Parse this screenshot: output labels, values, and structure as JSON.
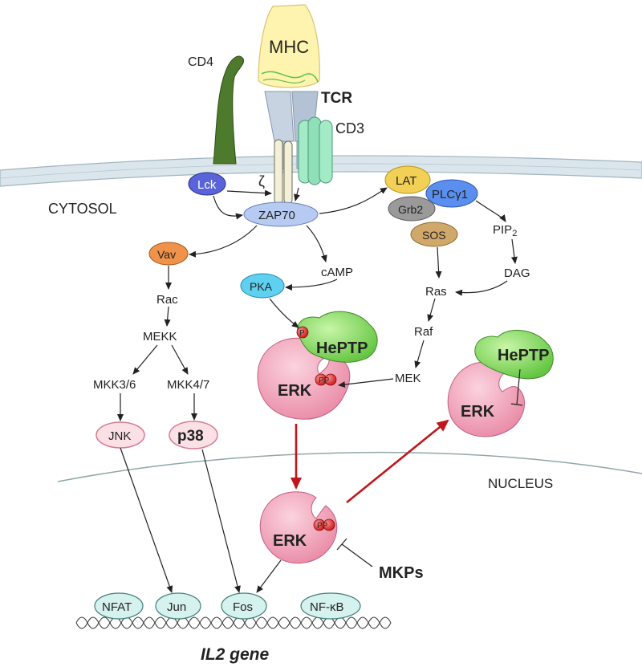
{
  "labels": {
    "mhc": "MHC",
    "cd4": "CD4",
    "tcr": "TCR",
    "cd3": "CD3",
    "zeta": "ζ",
    "cytosol": "CYTOSOL",
    "nucleus": "NUCLEUS",
    "lck": "Lck",
    "zap70": "ZAP70",
    "lat": "LAT",
    "plc": "PLCγ1",
    "grb2": "Grb2",
    "sos": "SOS",
    "pip2": "PIP",
    "pip2_sub": "2",
    "dag": "DAG",
    "ras": "Ras",
    "raf": "Raf",
    "mek": "MEK",
    "vav": "Vav",
    "rac": "Rac",
    "mekk": "MEKK",
    "mkk36": "MKK3/6",
    "mkk47": "MKK4/7",
    "jnk": "JNK",
    "p38": "p38",
    "camp": "cAMP",
    "pka": "PKA",
    "heptp_left": "HePTP",
    "erk_left": "ERK",
    "heptp_right": "HePTP",
    "erk_right": "ERK",
    "erk_nuc": "ERK",
    "mkps": "MKPs",
    "p_single": "P",
    "pp_left": "PP",
    "pp_nuc": "PP",
    "nfat": "NFAT",
    "jun": "Jun",
    "fos": "Fos",
    "nfkb": "NF-κB",
    "il2": "IL2 gene"
  },
  "colors": {
    "membrane": "#cfdde4",
    "nuclear_membrane": "#8fa8a8",
    "erk_pink": "#f2a3b8",
    "heptp_green": "#9fe07a",
    "phospho_red": "#e8282c",
    "red_arrow": "#c0161c",
    "tf_fill": "#d6f2ee",
    "lck_blue": "#5a63d8",
    "zap70": "#b7cbf2",
    "lat_yellow": "#f2cf55",
    "plc_blue": "#5a8ff0",
    "grb2_grey": "#9a9a9a",
    "sos_tan": "#d0a86a",
    "vav_orange": "#f0924a",
    "pka_cyan": "#5fd0f0",
    "mhc_yellow": "#fff3b0",
    "cd4_green": "#3f6a25",
    "cd3_green": "#8fe0b8",
    "tcr_grey": "#b8c8d8"
  }
}
